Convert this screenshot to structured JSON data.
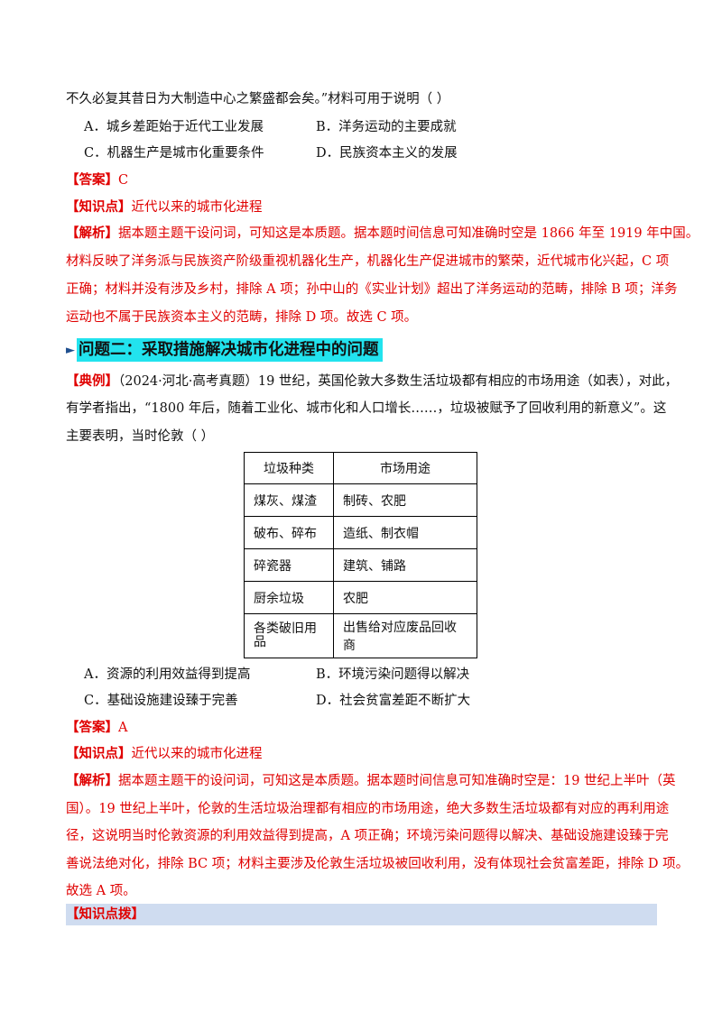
{
  "q1": {
    "stem_tail": "不久必复其昔日为大制造中心之繁盛都会矣。”材料可用于说明（    ）",
    "options": [
      {
        "letter": "A．",
        "text": "城乡差距始于近代工业发展"
      },
      {
        "letter": "B．",
        "text": "洋务运动的主要成就"
      },
      {
        "letter": "C．",
        "text": "机器生产是城市化重要条件"
      },
      {
        "letter": "D．",
        "text": "民族资本主义的发展"
      }
    ],
    "answer_tag": "【答案】",
    "answer": "C",
    "knowledge_tag": "【知识点】",
    "knowledge": "近代以来的城市化进程",
    "analysis_tag": "【解析】",
    "analysis_lines": [
      "据本题主题干设问词，可知这是本质题。据本题时间信息可知准确时空是 1866 年至 1919 年中国。",
      "材料反映了洋务派与民族资产阶级重视机器化生产，机器化生产促进城市的繁荣，近代城市化兴起，C 项",
      "正确；材料并没有涉及乡村，排除 A 项；孙中山的《实业计划》超出了洋务运动的范畴，排除 B 项；洋务",
      "运动也不属于民族资本主义的范畴，排除 D 项。故选 C 项。"
    ]
  },
  "section": {
    "marker": "►",
    "title": "问题二：采取措施解决城市化进程中的问题"
  },
  "q2": {
    "example_tag": "【典例】",
    "stem_lines": [
      "（2024·河北·高考真题）19 世纪，英国伦敦大多数生活垃圾都有相应的市场用途（如表），对此，",
      "有学者指出，“1800 年后，随着工业化、城市化和人口增长……，垃圾被赋予了回收利用的新意义”。这",
      "主要表明，当时伦敦（    ）"
    ],
    "table": {
      "headers": [
        "垃圾种类",
        "市场用途"
      ],
      "rows": [
        [
          "煤灰、煤渣",
          "制砖、农肥"
        ],
        [
          "破布、碎布",
          "造纸、制衣帽"
        ],
        [
          "碎瓷器",
          "建筑、铺路"
        ],
        [
          "厨余垃圾",
          "农肥"
        ],
        [
          "各类破旧用品",
          "出售给对应废品回收商"
        ]
      ]
    },
    "options": [
      {
        "letter": "A．",
        "text": "资源的利用效益得到提高"
      },
      {
        "letter": "B．",
        "text": "环境污染问题得以解决"
      },
      {
        "letter": "C．",
        "text": "基础设施建设臻于完善"
      },
      {
        "letter": "D．",
        "text": "社会贫富差距不断扩大"
      }
    ],
    "answer_tag": "【答案】",
    "answer": "A",
    "knowledge_tag": "【知识点】",
    "knowledge": "近代以来的城市化进程",
    "analysis_tag": "【解析】",
    "analysis_lines": [
      "据本题主题干的设问词，可知这是本质题。据本题时间信息可知准确时空是：19 世纪上半叶（英",
      "国）。19 世纪上半叶，伦敦的生活垃圾治理都有相应的市场用途，绝大多数生活垃圾都有对应的再利用途",
      "径，这说明当时伦敦资源的利用效益得到提高，A 项正确；环境污染问题得以解决、基础设施建设臻于完",
      "善说法绝对化，排除 BC 项；材料主要涉及伦敦生活垃圾被回收利用，没有体现社会贫富差距，排除 D 项。",
      "故选 A 项。"
    ]
  },
  "tip": {
    "label": "【知识点拨】"
  }
}
